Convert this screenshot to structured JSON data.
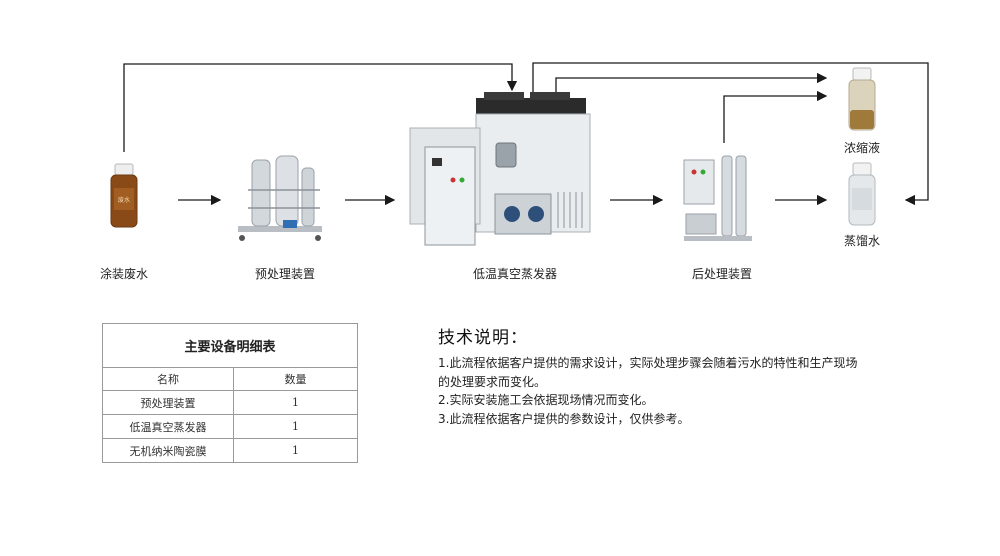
{
  "flow": {
    "nodes": [
      {
        "id": "wastewater",
        "label": "涂装废水",
        "icon": "sample-bottle-brown"
      },
      {
        "id": "pretreat",
        "label": "预处理装置",
        "icon": "pretreatment-skid"
      },
      {
        "id": "evaporator",
        "label": "低温真空蒸发器",
        "icon": "vacuum-evaporator"
      },
      {
        "id": "posttreat",
        "label": "后处理装置",
        "icon": "posttreatment-skid"
      },
      {
        "id": "concentrate",
        "label": "浓缩液",
        "icon": "sample-bottle-amber"
      },
      {
        "id": "distillate",
        "label": "蒸馏水",
        "icon": "sample-bottle-clear"
      }
    ]
  },
  "table": {
    "title": "主要设备明细表",
    "headers": [
      "名称",
      "数量"
    ],
    "rows": [
      [
        "预处理装置",
        "1"
      ],
      [
        "低温真空蒸发器",
        "1"
      ],
      [
        "无机纳米陶瓷膜",
        "1"
      ]
    ]
  },
  "notes": {
    "title": "技术说明：",
    "lines": [
      "1.此流程依据客户提供的需求设计，实际处理步骤会随着污水的特性和生产现场",
      "的处理要求而变化。",
      "2.实际安装施工会依据现场情况而变化。",
      "3.此流程依据客户提供的参数设计，仅供参考。"
    ]
  },
  "colors": {
    "line": "#1a1a1a",
    "steel": "#c9ced3",
    "panel": "#e8ecef",
    "dark": "#2b2b2b"
  }
}
